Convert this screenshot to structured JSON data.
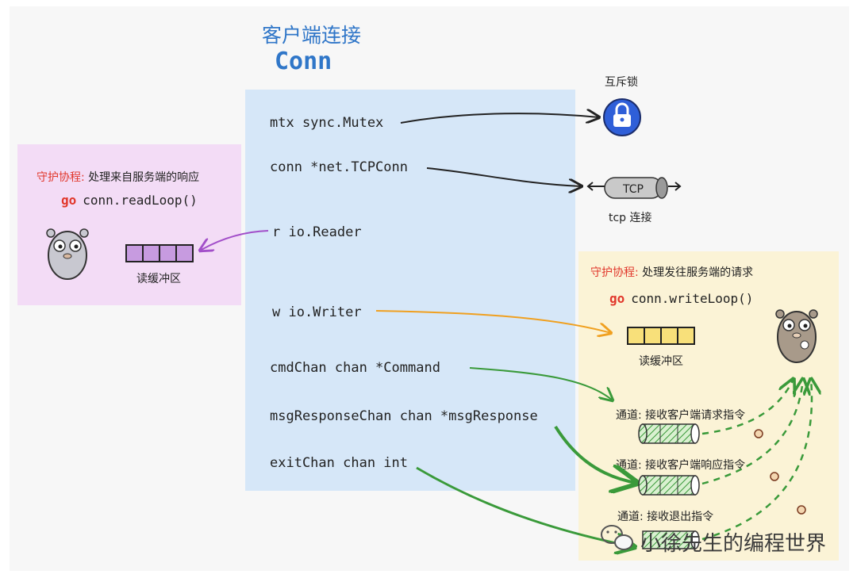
{
  "header": {
    "title": "客户端连接",
    "subtitle": "Conn"
  },
  "fields": {
    "mtx": "mtx sync.Mutex",
    "conn": "conn   *net.TCPConn",
    "r": "r  io.Reader",
    "w": "w  io.Writer",
    "cmd": "cmdChan  chan *Command",
    "msg": "msgResponseChan  chan *msgResponse",
    "exit": "exitChan  chan int"
  },
  "lock": {
    "label": "互斥锁",
    "icon": "lock-icon"
  },
  "tcp": {
    "pill": "TCP",
    "label": "tcp 连接"
  },
  "read_guard": {
    "prefix": "守护协程:",
    "text": " 处理来自服务端的响应",
    "go": "go",
    "call": "conn.readLoop()",
    "buffer_label": "读缓冲区"
  },
  "write_guard": {
    "prefix": "守护协程:",
    "text": " 处理发往服务端的请求",
    "go": "go",
    "call": "conn.writeLoop()",
    "buffer_label": "读缓冲区"
  },
  "channels": {
    "cmd": "通道: 接收客户端请求指令",
    "resp": "通道: 接收客户端响应指令",
    "exit": "通道: 接收退出指令"
  },
  "watermark": "小徐先生的编程世界",
  "colors": {
    "blue": "#2f76c8",
    "red": "#e1372b",
    "purple": "#a24fc9",
    "orange": "#f0a020",
    "green": "#3a9a3a",
    "yellow_buffer": "#f8e07a",
    "purple_buffer": "#c79be0"
  }
}
